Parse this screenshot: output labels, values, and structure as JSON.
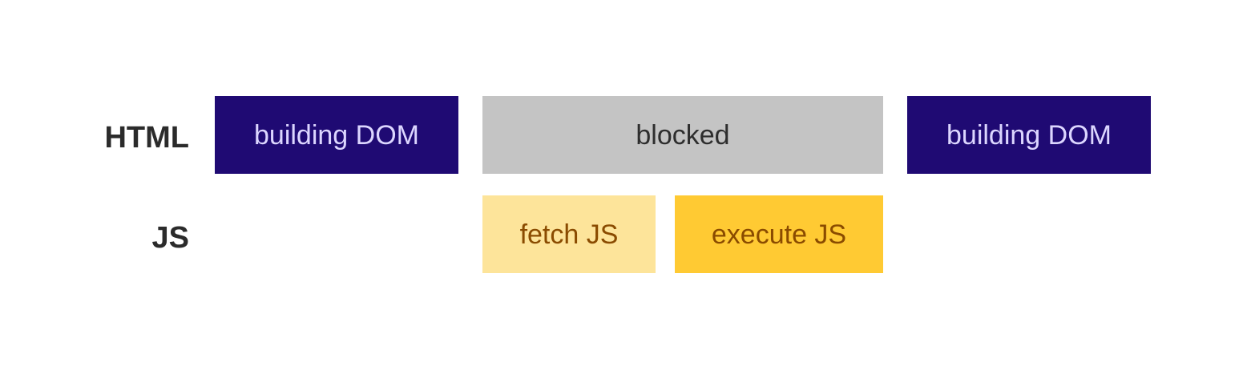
{
  "rows": {
    "html_label": "HTML",
    "js_label": "JS"
  },
  "html_row": {
    "first_building": "building DOM",
    "blocked": "blocked",
    "second_building": "building DOM"
  },
  "js_row": {
    "fetch": "fetch JS",
    "execute": "execute JS"
  },
  "colors": {
    "building_dom": "#1f0a73",
    "blocked": "#c4c4c4",
    "fetch_js": "#fde49a",
    "execute_js": "#ffca33"
  }
}
